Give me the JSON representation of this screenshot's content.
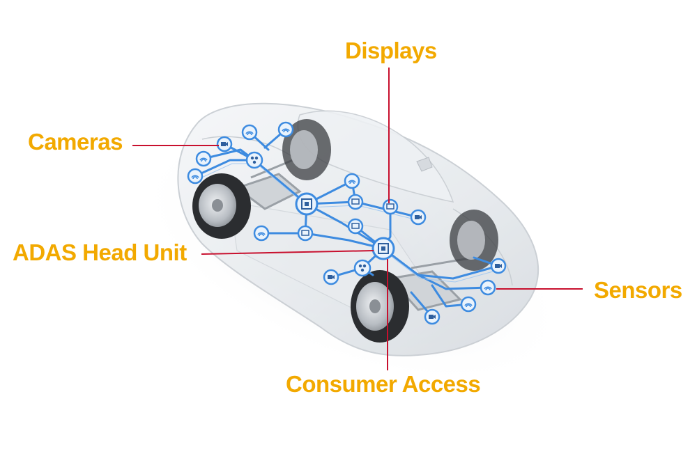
{
  "labels": {
    "displays": "Displays",
    "cameras": "Cameras",
    "adas_head_unit": "ADAS Head Unit",
    "sensors": "Sensors",
    "consumer_access": "Consumer Access"
  },
  "colors": {
    "label": "#F2A900",
    "leader_line": "#C8102E",
    "network": "#3D8BE0",
    "network_node_fill": "#EAF3FC",
    "car_body": "#DDE1E6",
    "tire": "#2B2D30",
    "rim": "#B9BEC4"
  },
  "icons": {
    "wifi": "wifi-signal-icon",
    "camera": "camera-icon",
    "display": "display-icon",
    "chip": "processor-chip-icon",
    "hub": "network-hub-icon"
  }
}
